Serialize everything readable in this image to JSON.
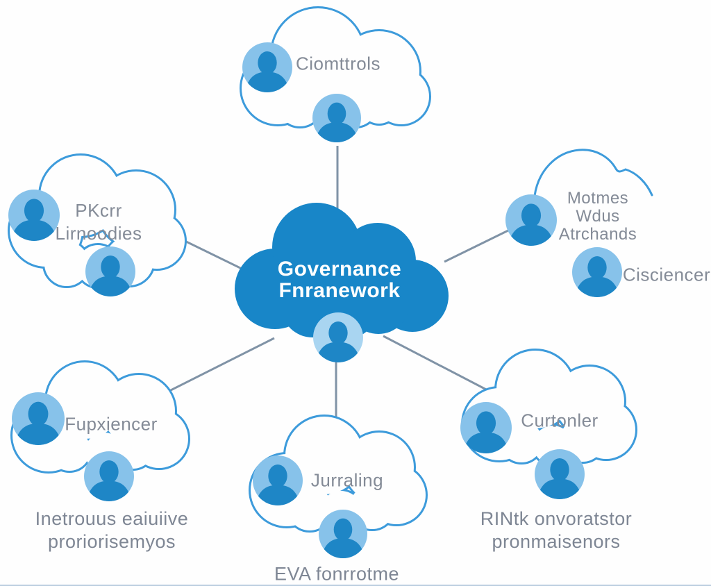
{
  "page": {
    "background": "#FEFEFE"
  },
  "colors": {
    "cloud_outline": "#3D9BDB",
    "cloud_fill": "#1886C8",
    "person_circle": "#87C2EA",
    "person_circle_light": "#A9D5F1",
    "person_silhouette": "#1E86C6",
    "label_gray": "#848B97",
    "caption_gray": "#7E8694",
    "connector_gray": "#8093A6",
    "center_text": "#FFFFFF"
  },
  "center_cloud": {
    "line1": "Governance",
    "line2": "Fnranework"
  },
  "clouds": {
    "top": {
      "label": "Ciomttrols"
    },
    "top_left": {
      "line1": "PKcrr",
      "line2": "Lirnoodies"
    },
    "top_right": {
      "line1": "Motmes",
      "line2": "Wdus",
      "line3": "Atrchands",
      "side_label": "Cisciencer"
    },
    "bottom_left": {
      "label": "Fupxiencer",
      "caption_line1": "Inetrouus eaiuiive",
      "caption_line2": "proriorisemyos"
    },
    "bottom_center": {
      "label": "Jurraling",
      "caption": "EVA fonrrotme"
    },
    "bottom_right": {
      "label": "Curtonler",
      "caption_line1": "RINtk onvoratstor",
      "caption_line2": "pronmaisenors"
    }
  },
  "icons": {
    "person-icon": "head-and-shoulders user silhouette inside a circle"
  }
}
